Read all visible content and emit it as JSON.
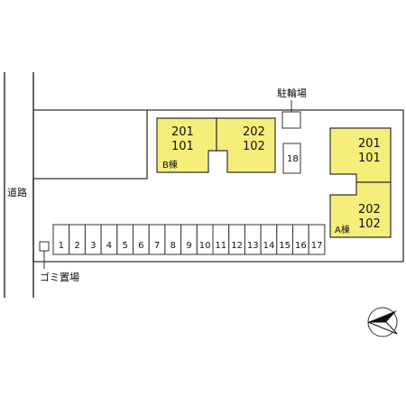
{
  "road": {
    "label": "道路"
  },
  "garbage": {
    "label": "ゴミ置場"
  },
  "bicycle": {
    "label": "駐輪場"
  },
  "parking": {
    "spaces": [
      "1",
      "2",
      "3",
      "4",
      "5",
      "6",
      "7",
      "8",
      "9",
      "10",
      "11",
      "12",
      "13",
      "14",
      "15",
      "16",
      "17"
    ],
    "extra_space": "18"
  },
  "building_b": {
    "name": "B棟",
    "left_units": {
      "upper": "201",
      "lower": "101"
    },
    "right_units": {
      "upper": "202",
      "lower": "102"
    }
  },
  "building_a": {
    "name": "A棟",
    "top_units": {
      "upper": "201",
      "lower": "101"
    },
    "bottom_units": {
      "upper": "202",
      "lower": "102"
    }
  },
  "colors": {
    "building_fill": "#F5EE7A",
    "line": "#333333"
  }
}
